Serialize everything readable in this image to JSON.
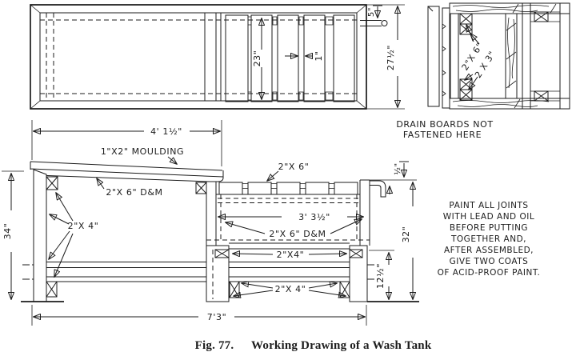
{
  "plan_view": {
    "dim_slat_length": "23\"",
    "dim_slat_gap": "1\"",
    "dim_faucet_offset": "5\"",
    "dim_width": "27½\""
  },
  "end_view": {
    "label_2x6": "2\"X 6\"",
    "label_2x3": "2 X 3\"",
    "note_line1": "DRAIN BOARDS NOT",
    "note_line2": "FASTENED HERE"
  },
  "elevation": {
    "dim_board_length": "4' 1½\"",
    "label_moulding": "1\"X2\" MOULDING",
    "label_board": "2\"X 6\" D&M",
    "dim_height_left": "34\"",
    "label_legs": "2\"X 4\"",
    "label_tank_top": "2\"X 6\"",
    "dim_tank_length": "3' 3½\"",
    "label_tank_side": "2\"X 6\" D&M",
    "label_rail_upper": "2\"X4\"",
    "label_rail_lower": "2\"X 4\"",
    "dim_overhang": "½\"",
    "dim_height_right": "32\"",
    "dim_leg_height": "12½\"",
    "dim_total_length": "7'3\""
  },
  "notes": {
    "paint": [
      "PAINT ALL JOINTS",
      "WITH LEAD AND OIL",
      "BEFORE PUTTING",
      "TOGETHER AND,",
      "AFTER ASSEMBLED,",
      "GIVE TWO COATS",
      "OF ACID-PROOF PAINT."
    ]
  },
  "caption": {
    "fig": "Fig. 77.",
    "title": "Working Drawing of a Wash Tank"
  }
}
